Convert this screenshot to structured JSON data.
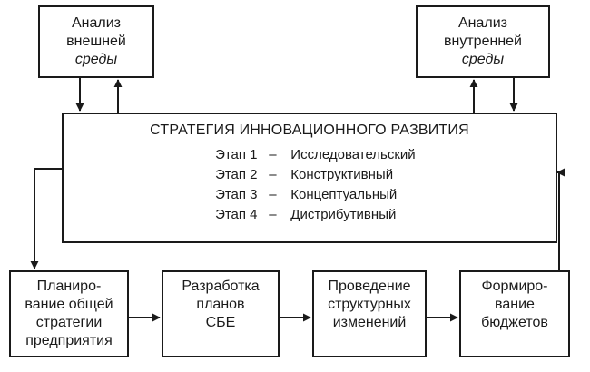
{
  "diagram": {
    "external_analysis": {
      "lines": [
        "Анализ",
        "внешней"
      ],
      "italic_line": "среды"
    },
    "internal_analysis": {
      "lines": [
        "Анализ",
        "внутренней"
      ],
      "italic_line": "среды"
    },
    "strategy": {
      "title": "СТРАТЕГИЯ ИННОВАЦИОННОГО РАЗВИТИЯ",
      "stages": [
        {
          "label": "Этап 1",
          "dash": "–",
          "name": "Исследовательский"
        },
        {
          "label": "Этап 2",
          "dash": "–",
          "name": "Конструктивный"
        },
        {
          "label": "Этап 3",
          "dash": "–",
          "name": "Концептуальный"
        },
        {
          "label": "Этап 4",
          "dash": "–",
          "name": "Дистрибутивный"
        }
      ]
    },
    "steps": [
      {
        "lines": [
          "Планиро-",
          "вание общей",
          "стратегии",
          "предприятия"
        ]
      },
      {
        "lines": [
          "Разработка",
          "планов",
          "СБЕ"
        ]
      },
      {
        "lines": [
          "Проведение",
          "структурных",
          "изменений"
        ]
      },
      {
        "lines": [
          "Формиро-",
          "вание",
          "бюджетов"
        ]
      }
    ]
  }
}
